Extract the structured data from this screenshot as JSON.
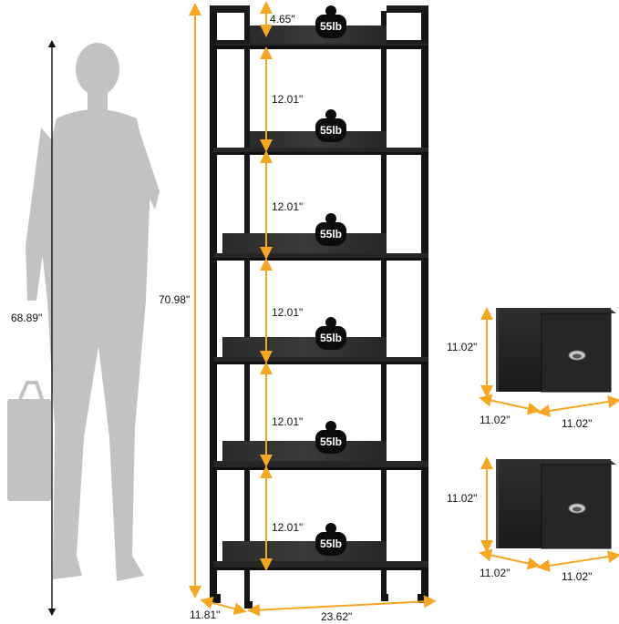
{
  "person_height": "68.89\"",
  "shelf_height": "70.98\"",
  "top_gap": "4.65\"",
  "shelf_gaps": [
    "12.01\"",
    "12.01\"",
    "12.01\"",
    "12.01\"",
    "12.01\""
  ],
  "shelf_load": "55lb",
  "depth": "11.81\"",
  "width": "23.62\"",
  "bins": [
    {
      "height": "11.02\"",
      "depth": "11.02\"",
      "width": "11.02\""
    },
    {
      "height": "11.02\"",
      "depth": "11.02\"",
      "width": "11.02\""
    }
  ],
  "colors": {
    "accent": "#F5A623",
    "frame": "#1c1c1c",
    "silhouette": "#c2c2c2"
  }
}
